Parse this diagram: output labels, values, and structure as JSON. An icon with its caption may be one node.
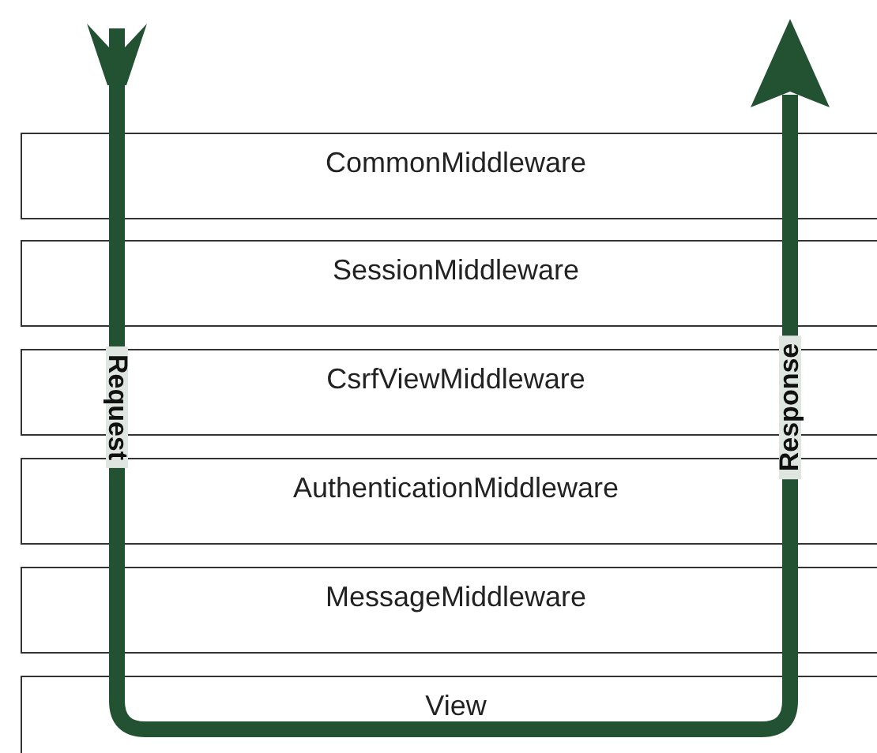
{
  "diagram": {
    "nodes": [
      {
        "text": [
          "CommonMiddleware"
        ]
      },
      {
        "text": [
          "SessionMiddleware"
        ]
      },
      {
        "text": [
          "CsrfViewMiddleware"
        ]
      },
      {
        "text": [
          "AuthenticationMiddleware"
        ]
      },
      {
        "text": [
          "MessageMiddleware"
        ]
      },
      {
        "text": [
          "View"
        ]
      }
    ],
    "labels": [
      "Request",
      "Response"
    ]
  }
}
